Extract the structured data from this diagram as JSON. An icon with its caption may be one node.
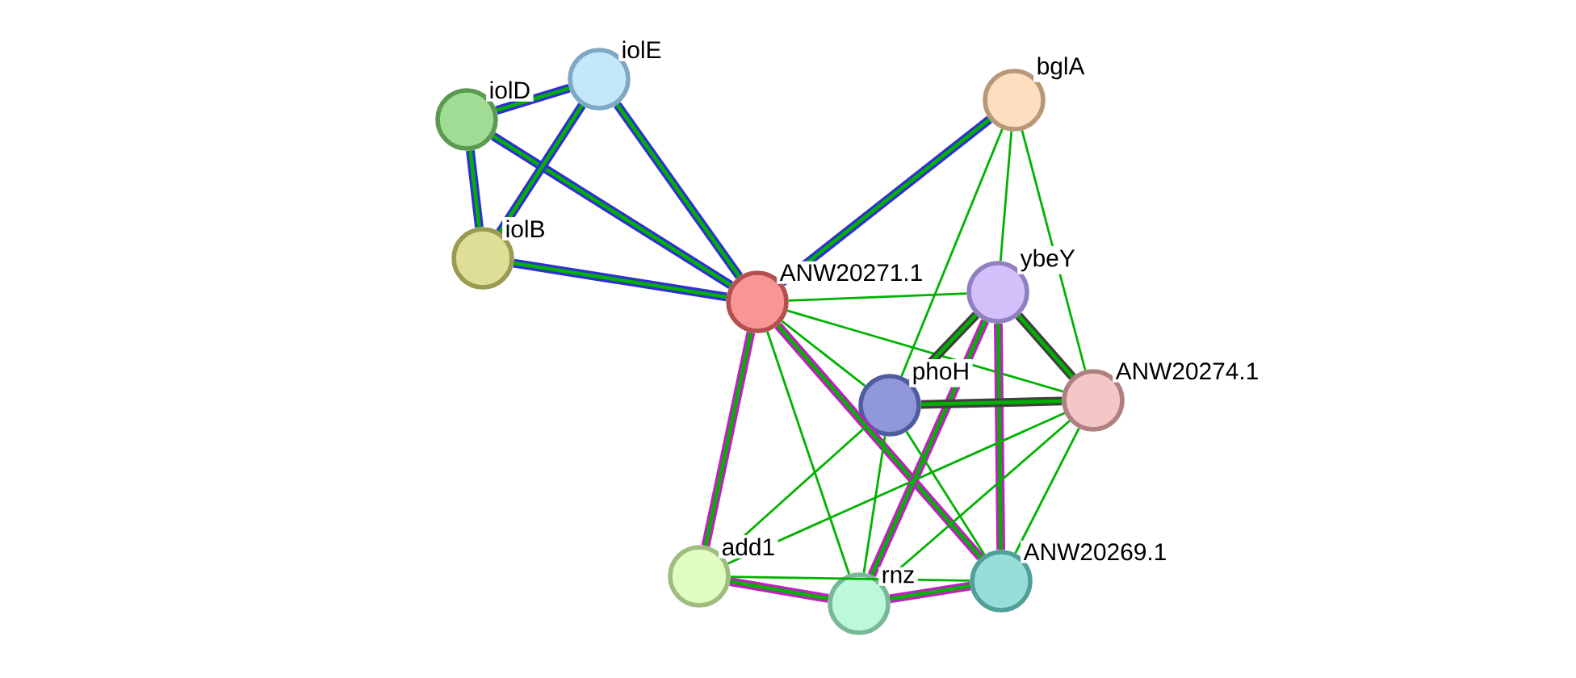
{
  "diagram": {
    "nodes": [
      {
        "text": [
          "iolD"
        ]
      },
      {
        "text": [
          "iolE"
        ]
      },
      {
        "text": [
          "iolB"
        ]
      },
      {
        "text": [
          "ANW20271.1"
        ]
      },
      {
        "text": [
          "bglA"
        ]
      },
      {
        "text": [
          "ybeY"
        ]
      },
      {
        "text": [
          "phoH"
        ]
      },
      {
        "text": [
          "ANW20274.1"
        ]
      },
      {
        "text": [
          "add1"
        ]
      },
      {
        "text": [
          "rnz"
        ]
      },
      {
        "text": [
          "ANW20269.1"
        ]
      }
    ],
    "edges": [
      {
        "from": 0,
        "to": 1,
        "arrow": "none",
        "color": "#3030d0"
      },
      {
        "from": 0,
        "to": 2,
        "arrow": "none",
        "color": "#3030d0"
      },
      {
        "from": 0,
        "to": 3,
        "arrow": "none",
        "color": "#3030d0"
      },
      {
        "from": 1,
        "to": 2,
        "arrow": "none",
        "color": "#3030d0"
      },
      {
        "from": 1,
        "to": 3,
        "arrow": "none",
        "color": "#3030d0"
      },
      {
        "from": 2,
        "to": 3,
        "arrow": "none",
        "color": "#3030d0"
      },
      {
        "from": 3,
        "to": 4,
        "arrow": "none",
        "color": "#3030d0"
      },
      {
        "from": 3,
        "to": 5,
        "arrow": "none"
      },
      {
        "from": 3,
        "to": 6,
        "arrow": "none"
      },
      {
        "from": 3,
        "to": 7,
        "arrow": "none"
      },
      {
        "from": 3,
        "to": 8,
        "arrow": "none",
        "color": "#c020c0"
      },
      {
        "from": 3,
        "to": 9,
        "arrow": "none"
      },
      {
        "from": 3,
        "to": 10,
        "arrow": "none",
        "color": "#c020c0"
      },
      {
        "from": 4,
        "to": 5,
        "arrow": "none"
      },
      {
        "from": 4,
        "to": 6,
        "arrow": "none"
      },
      {
        "from": 4,
        "to": 7,
        "arrow": "none"
      },
      {
        "from": 5,
        "to": 6,
        "arrow": "none",
        "color": "#404040"
      },
      {
        "from": 5,
        "to": 7,
        "arrow": "none",
        "color": "#404040"
      },
      {
        "from": 5,
        "to": 9,
        "arrow": "none",
        "color": "#c020c0"
      },
      {
        "from": 5,
        "to": 10,
        "arrow": "none",
        "color": "#c020c0"
      },
      {
        "from": 6,
        "to": 7,
        "arrow": "none",
        "color": "#404040"
      },
      {
        "from": 6,
        "to": 8,
        "arrow": "none"
      },
      {
        "from": 6,
        "to": 9,
        "arrow": "none"
      },
      {
        "from": 6,
        "to": 10,
        "arrow": "none"
      },
      {
        "from": 7,
        "to": 8,
        "arrow": "none"
      },
      {
        "from": 7,
        "to": 9,
        "arrow": "none"
      },
      {
        "from": 7,
        "to": 10,
        "arrow": "none"
      },
      {
        "from": 8,
        "to": 9,
        "arrow": "none",
        "color": "#c020c0"
      },
      {
        "from": 8,
        "to": 10,
        "arrow": "none"
      },
      {
        "from": 9,
        "to": 10,
        "arrow": "none",
        "color": "#c020c0"
      }
    ]
  }
}
